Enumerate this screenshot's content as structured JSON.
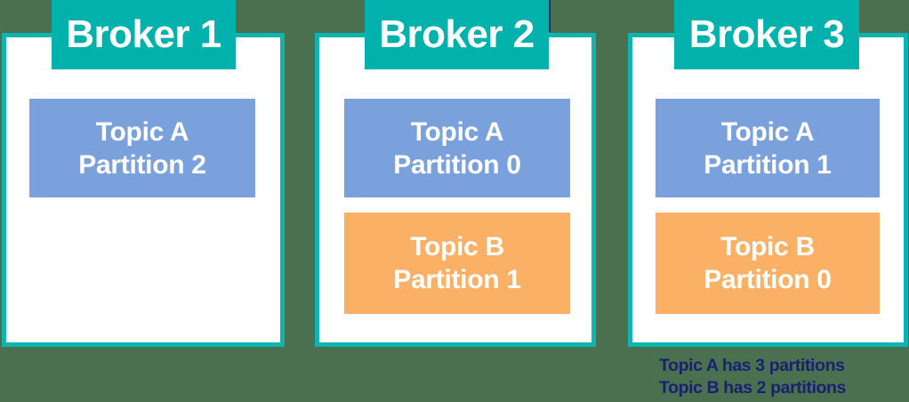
{
  "colors": {
    "bg": "#4a7050",
    "teal": "#00b2ab",
    "border-teal": "#0db5b0",
    "blue": "#7aa1dc",
    "orange": "#fbb165",
    "navy": "#1a2270",
    "text-on-fill": "#ffffff"
  },
  "brokers": [
    {
      "title": "Broker 1",
      "partitions": [
        {
          "topic": "Topic A",
          "partition": "Partition 2",
          "color": "blue"
        }
      ]
    },
    {
      "title": "Broker 2",
      "partitions": [
        {
          "topic": "Topic A",
          "partition": "Partition 0",
          "color": "blue"
        },
        {
          "topic": "Topic B",
          "partition": "Partition 1",
          "color": "orange"
        }
      ]
    },
    {
      "title": "Broker 3",
      "partitions": [
        {
          "topic": "Topic A",
          "partition": "Partition 1",
          "color": "blue"
        },
        {
          "topic": "Topic B",
          "partition": "Partition 0",
          "color": "orange"
        }
      ]
    }
  ],
  "notes": [
    "Topic A has 3 partitions",
    "Topic B has 2 partitions"
  ]
}
